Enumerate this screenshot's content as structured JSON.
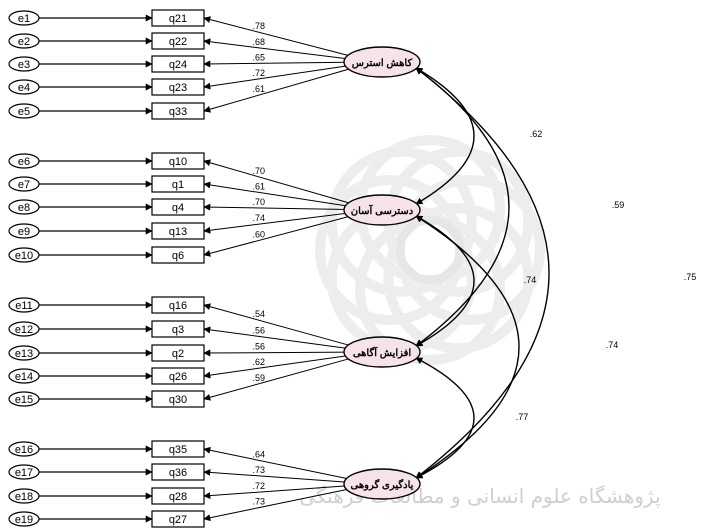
{
  "watermark_text": "پژوهشگاه علوم انسانی و مطالعات فرهنگی",
  "factors": [
    {
      "name": "کاهش استرس",
      "items": [
        {
          "error": "e1",
          "indicator": "q21",
          "loading": ".78"
        },
        {
          "error": "e2",
          "indicator": "q22",
          "loading": ".68"
        },
        {
          "error": "e3",
          "indicator": "q24",
          "loading": ".65"
        },
        {
          "error": "e4",
          "indicator": "q23",
          "loading": ".72"
        },
        {
          "error": "e5",
          "indicator": "q33",
          "loading": ".61"
        }
      ]
    },
    {
      "name": "دسترسی آسان",
      "items": [
        {
          "error": "e6",
          "indicator": "q10",
          "loading": ".70"
        },
        {
          "error": "e7",
          "indicator": "q1",
          "loading": ".61"
        },
        {
          "error": "e8",
          "indicator": "q4",
          "loading": ".70"
        },
        {
          "error": "e9",
          "indicator": "q13",
          "loading": ".74"
        },
        {
          "error": "e10",
          "indicator": "q6",
          "loading": ".60"
        }
      ]
    },
    {
      "name": "افزایش آگاهی",
      "items": [
        {
          "error": "e11",
          "indicator": "q16",
          "loading": ".54"
        },
        {
          "error": "e12",
          "indicator": "q3",
          "loading": ".56"
        },
        {
          "error": "e13",
          "indicator": "q2",
          "loading": ".56"
        },
        {
          "error": "e14",
          "indicator": "q26",
          "loading": ".62"
        },
        {
          "error": "e15",
          "indicator": "q30",
          "loading": ".59"
        }
      ]
    },
    {
      "name": "یادگیری گروهی",
      "items": [
        {
          "error": "e16",
          "indicator": "q35",
          "loading": ".64"
        },
        {
          "error": "e17",
          "indicator": "q36",
          "loading": ".73"
        },
        {
          "error": "e18",
          "indicator": "q28",
          "loading": ".72"
        },
        {
          "error": "e19",
          "indicator": "q27",
          "loading": ".73"
        }
      ]
    }
  ],
  "correlations": [
    {
      "from": 0,
      "to": 1,
      "value": ".62"
    },
    {
      "from": 0,
      "to": 2,
      "value": ".59"
    },
    {
      "from": 0,
      "to": 3,
      "value": ".75"
    },
    {
      "from": 1,
      "to": 2,
      "value": ".74"
    },
    {
      "from": 1,
      "to": 3,
      "value": ".74"
    },
    {
      "from": 2,
      "to": 3,
      "value": ".77"
    }
  ]
}
